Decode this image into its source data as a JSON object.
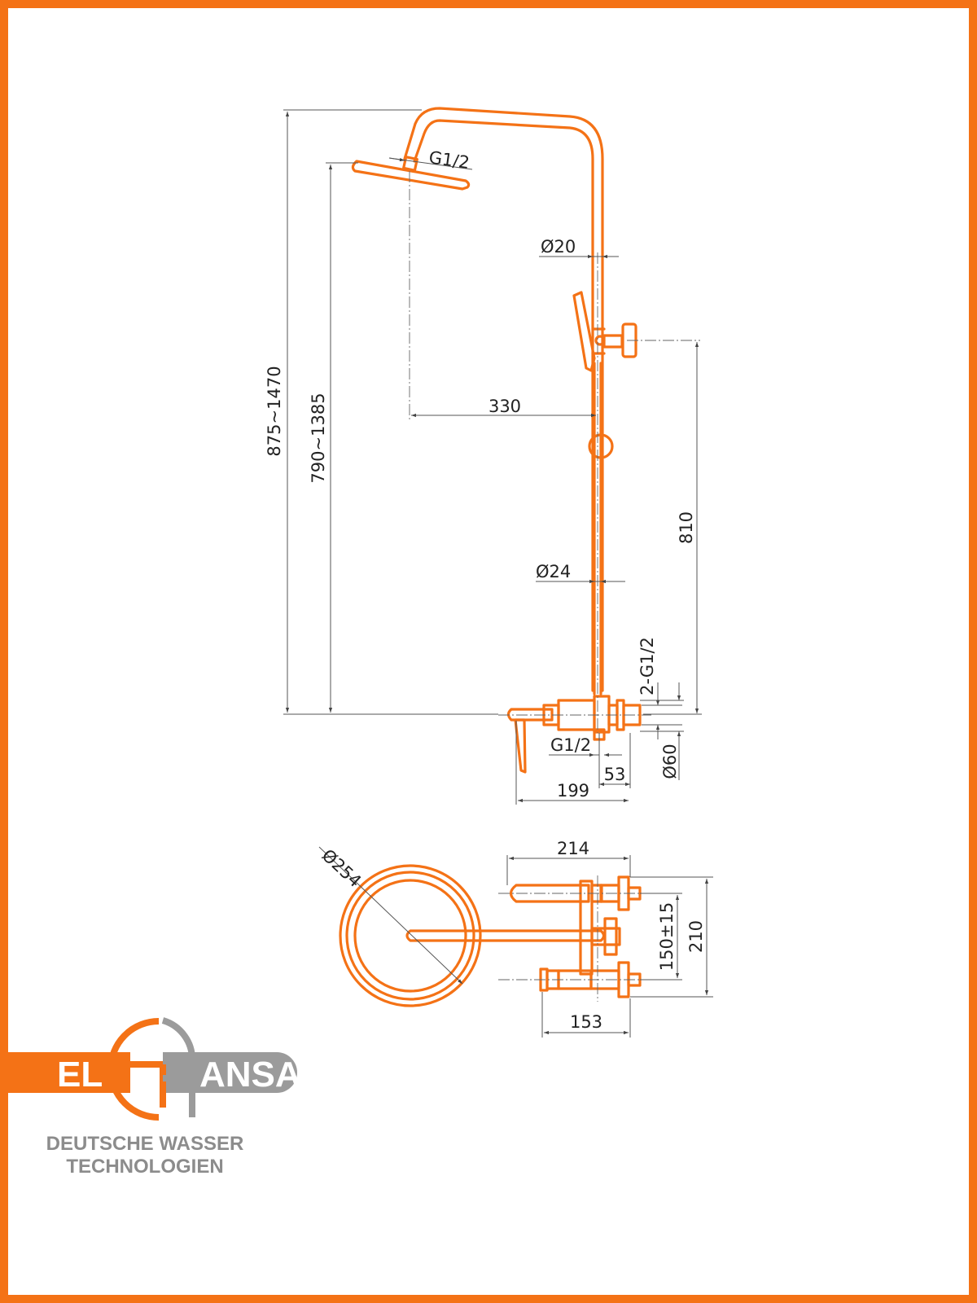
{
  "colors": {
    "frame": "#f47216",
    "part": "#f47216",
    "logo_grey": "#9b9b9b"
  },
  "dimensions": {
    "g_half_head": "G1/2",
    "dia_20": "Ø20",
    "total_height": "875~1470",
    "head_height": "790~1385",
    "arm_reach": "330",
    "bar_length": "810",
    "dia_24": "Ø24",
    "inlet_thread": "2-G1/2",
    "g_half_outlet": "G1/2",
    "offset_53": "53",
    "dia_60": "Ø60",
    "depth_199": "199",
    "head_dia": "Ø254",
    "width_214": "214",
    "centers": "150±15",
    "height_210": "210",
    "width_153": "153"
  },
  "logo": {
    "el": "EL",
    "ansa": "ANSA",
    "tagline_1": "DEUTSCHE WASSER",
    "tagline_2": "TECHNOLOGIEN"
  }
}
